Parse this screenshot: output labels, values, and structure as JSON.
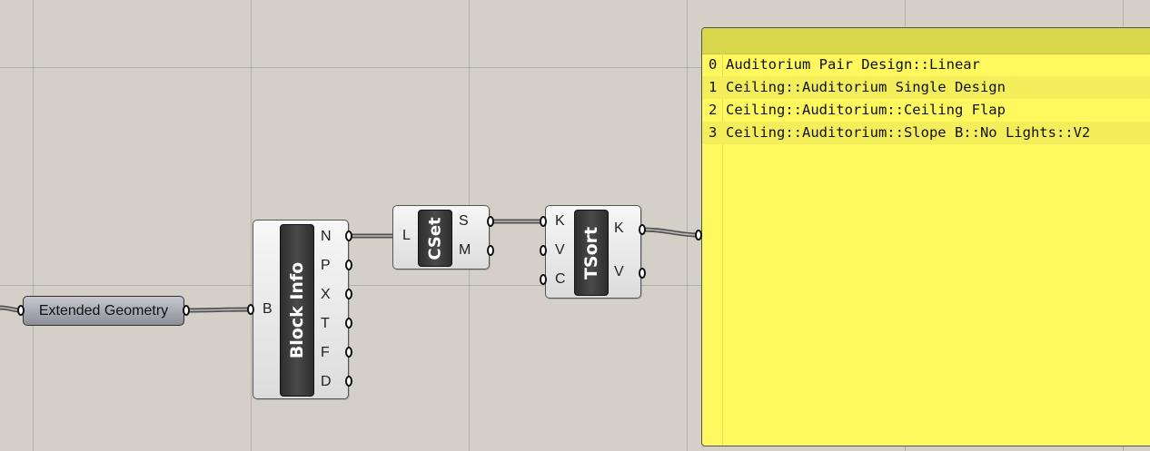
{
  "param": {
    "label": "Extended Geometry"
  },
  "block_info": {
    "title": "Block Info",
    "inputs": [
      "B"
    ],
    "outputs": [
      "N",
      "P",
      "X",
      "T",
      "F",
      "D"
    ]
  },
  "cset": {
    "title": "CSet",
    "inputs": [
      "L"
    ],
    "outputs": [
      "S",
      "M"
    ]
  },
  "tsort": {
    "title": "TSort",
    "inputs": [
      "K",
      "V",
      "C"
    ],
    "outputs": [
      "K",
      "V"
    ]
  },
  "panel": {
    "rows": [
      {
        "index": "0",
        "text": "Auditorium Pair Design::Linear"
      },
      {
        "index": "1",
        "text": "Ceiling::Auditorium Single Design"
      },
      {
        "index": "2",
        "text": "Ceiling::Auditorium::Ceiling Flap"
      },
      {
        "index": "3",
        "text": "Ceiling::Auditorium::Slope B::No Lights::V2"
      }
    ]
  }
}
